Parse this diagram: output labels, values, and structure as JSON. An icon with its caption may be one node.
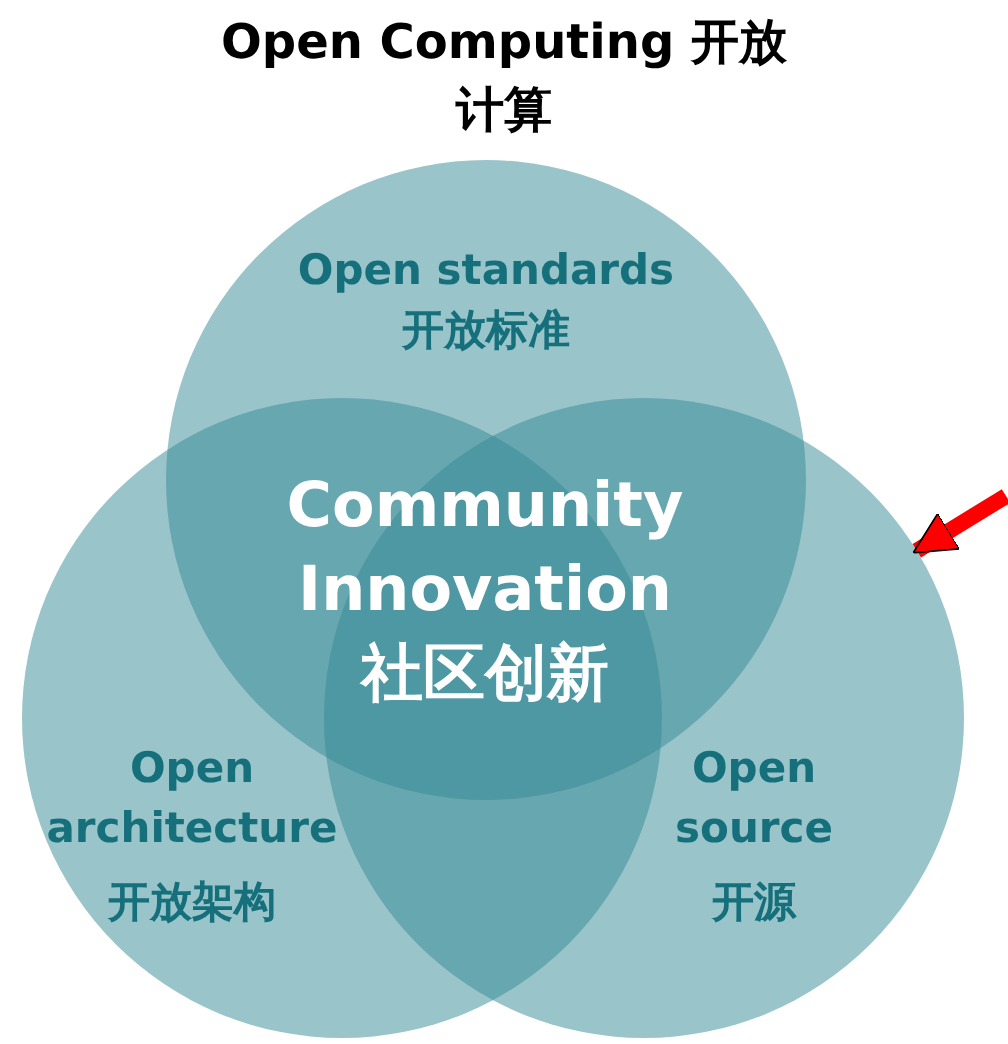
{
  "diagram": {
    "title": "Open Computing 开放计算",
    "nodes": [
      {
        "text": [
          "Open standards 开放标准"
        ]
      },
      {
        "text": [
          "Open architecture",
          "开放架构"
        ]
      },
      {
        "text": [
          "Open source",
          "开源"
        ]
      }
    ],
    "edges": [
      {
        "from": null,
        "to": 2,
        "arrow": "to",
        "color": "#ff0000"
      }
    ],
    "labels": [
      "Community Innovation 社区创新"
    ]
  }
}
